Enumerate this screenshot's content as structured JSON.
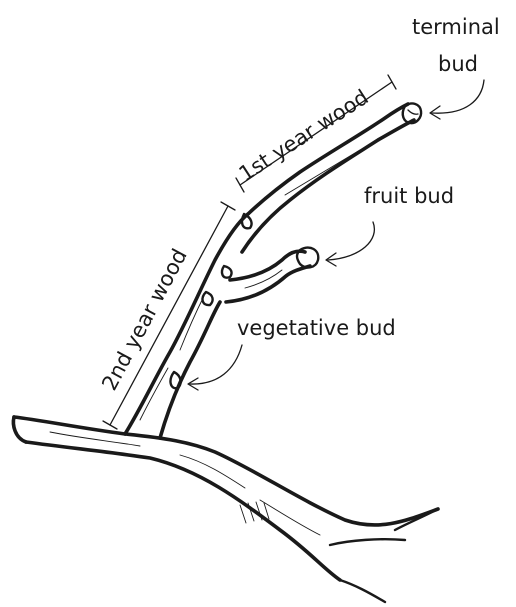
{
  "diagram": {
    "labels": {
      "terminal_line1": "terminal",
      "terminal_line2": "bud",
      "first_year": "1st year wood",
      "fruit_bud": "fruit bud",
      "second_year": "2nd year wood",
      "vegetative_bud": "vegetative bud"
    }
  }
}
